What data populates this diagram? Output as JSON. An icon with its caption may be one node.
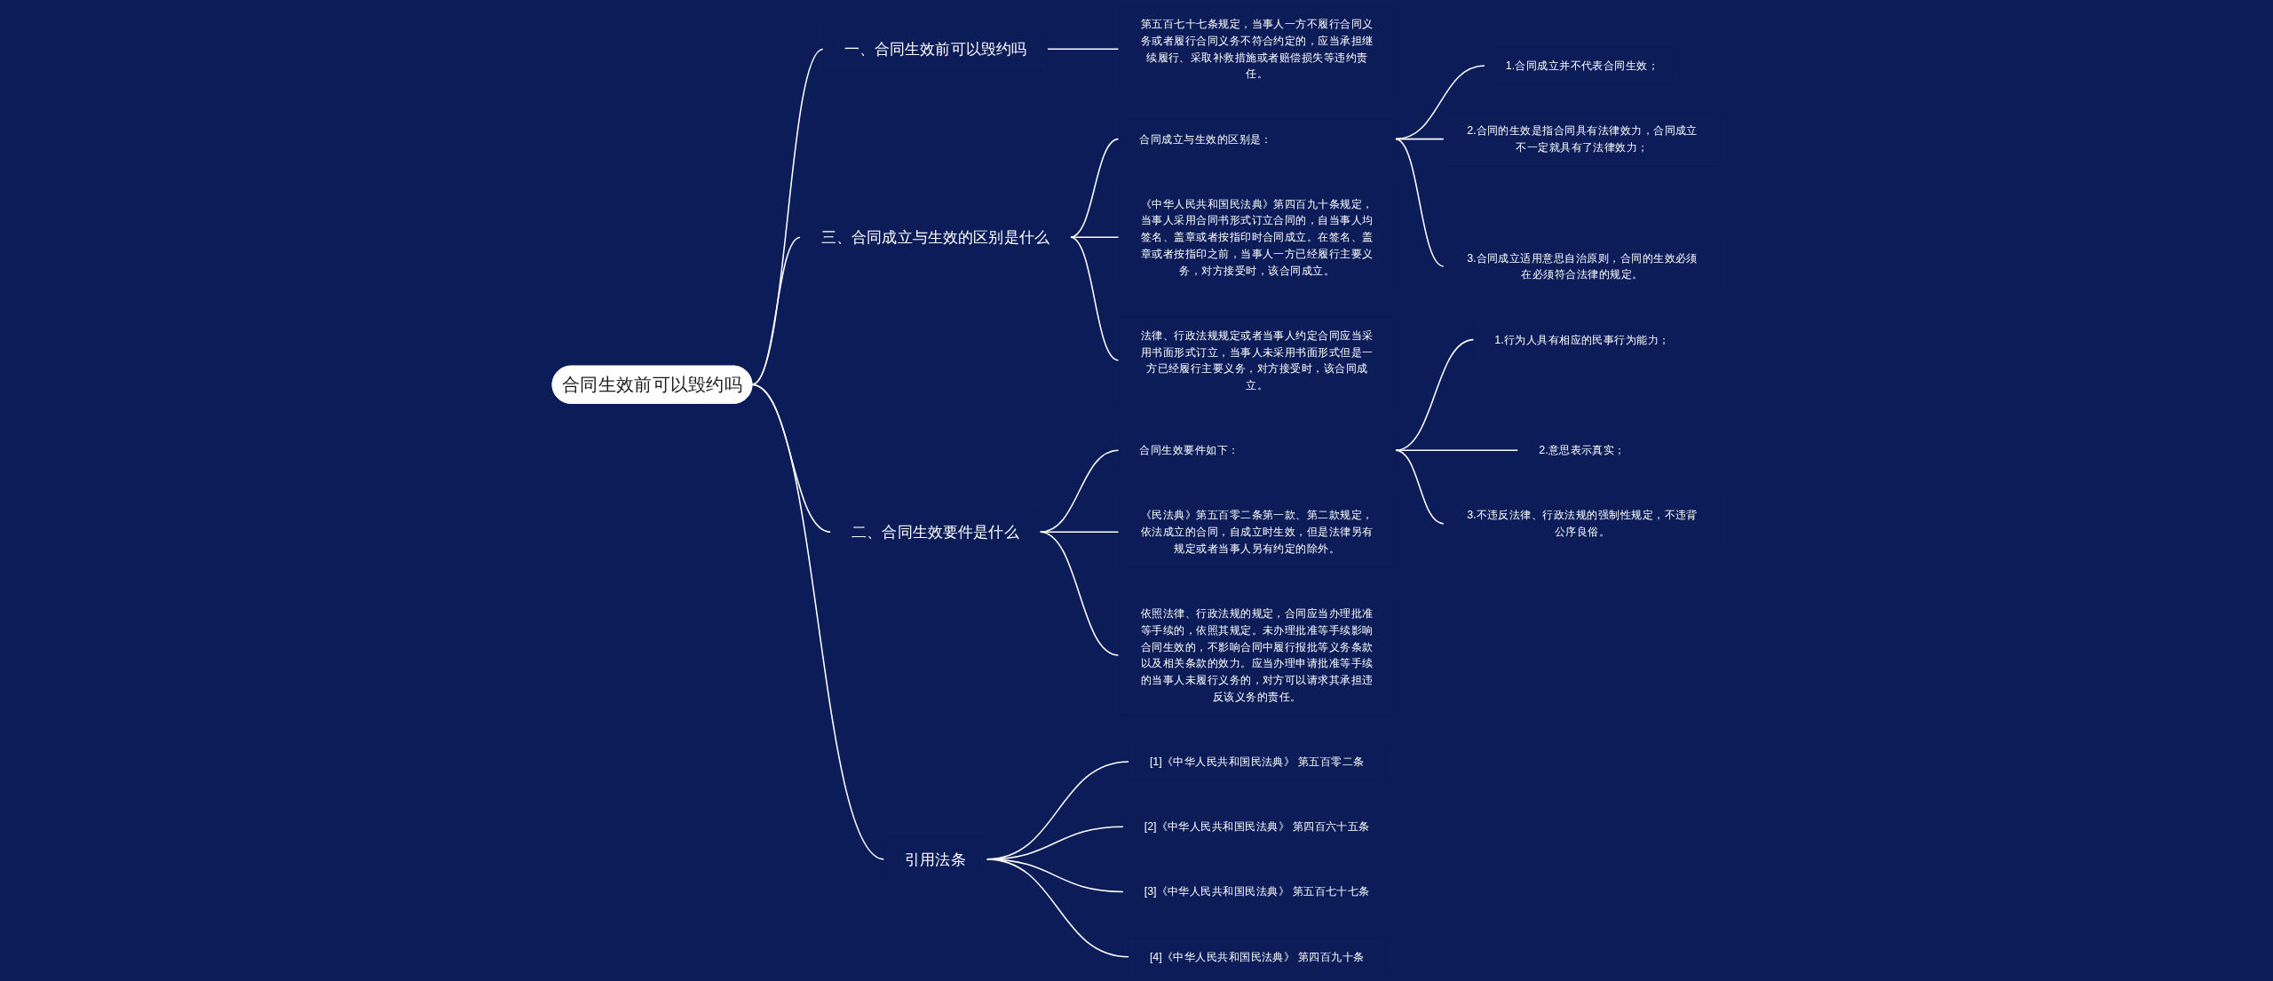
{
  "diagram": {
    "nodes": [
      {
        "text": [
          "合同生效前可以毁约吗"
        ]
      },
      {
        "text": [
          "一、合同生效前可以毁约吗"
        ]
      },
      {
        "text": [
          "第五百七十七条规定，当事人一方不履行合同义务或者履行合同义务不符合约定的，应当承担继续履行、采取补救措施或者赔偿损失等违约责任。"
        ]
      },
      {
        "text": [
          "三、合同成立与生效的区别是什么"
        ]
      },
      {
        "text": [
          "合同成立与生效的区别是："
        ]
      },
      {
        "text": [
          "1.合同成立并不代表合同生效；"
        ]
      },
      {
        "text": [
          "2.合同的生效是指合同具有法律效力，合同成立不一定就具有了法律效力；"
        ]
      },
      {
        "text": [
          "3.合同成立适用意思自治原则，合同的生效必须在必须符合法律的规定。"
        ]
      },
      {
        "text": [
          "《中华人民共和国民法典》第四百九十条规定，当事人采用合同书形式订立合同的，自当事人均签名、盖章或者按指印时合同成立。在签名、盖章或者按指印之前，当事人一方已经履行主要义务，对方接受时，该合同成立。"
        ]
      },
      {
        "text": [
          "法律、行政法规规定或者当事人约定合同应当采用书面形式订立，当事人未采用书面形式但是一方已经履行主要义务，对方接受时，该合同成立。"
        ]
      },
      {
        "text": [
          "二、合同生效要件是什么"
        ]
      },
      {
        "text": [
          "合同生效要件如下："
        ]
      },
      {
        "text": [
          "1.行为人具有相应的民事行为能力；"
        ]
      },
      {
        "text": [
          "2.意思表示真实；"
        ]
      },
      {
        "text": [
          "3.不违反法律、行政法规的强制性规定，不违背公序良俗。"
        ]
      },
      {
        "text": [
          "《民法典》第五百零二条第一款、第二款规定，依法成立的合同，自成立时生效，但是法律另有规定或者当事人另有约定的除外。"
        ]
      },
      {
        "text": [
          "依照法律、行政法规的规定，合同应当办理批准等手续的，依照其规定。未办理批准等手续影响合同生效的，不影响合同中履行报批等义务条款以及相关条款的效力。应当办理申请批准等手续的当事人未履行义务的，对方可以请求其承担违反该义务的责任。"
        ]
      },
      {
        "text": [
          "引用法条"
        ]
      },
      {
        "text": [
          "[1]《中华人民共和国民法典》 第五百零二条"
        ]
      },
      {
        "text": [
          "[2]《中华人民共和国民法典》 第四百六十五条"
        ]
      },
      {
        "text": [
          "[3]《中华人民共和国民法典》 第五百七十七条"
        ]
      },
      {
        "text": [
          "[4]《中华人民共和国民法典》 第四百九十条"
        ]
      }
    ],
    "edges": [
      {
        "from": 0,
        "to": 1,
        "arrow": "none"
      },
      {
        "from": 1,
        "to": 2,
        "arrow": "none"
      },
      {
        "from": 0,
        "to": 3,
        "arrow": "none"
      },
      {
        "from": 3,
        "to": 4,
        "arrow": "none"
      },
      {
        "from": 4,
        "to": 5,
        "arrow": "none"
      },
      {
        "from": 4,
        "to": 6,
        "arrow": "none"
      },
      {
        "from": 4,
        "to": 7,
        "arrow": "none"
      },
      {
        "from": 3,
        "to": 8,
        "arrow": "none"
      },
      {
        "from": 3,
        "to": 9,
        "arrow": "none"
      },
      {
        "from": 0,
        "to": 10,
        "arrow": "none"
      },
      {
        "from": 10,
        "to": 11,
        "arrow": "none"
      },
      {
        "from": 11,
        "to": 12,
        "arrow": "none"
      },
      {
        "from": 11,
        "to": 13,
        "arrow": "none"
      },
      {
        "from": 11,
        "to": 14,
        "arrow": "none"
      },
      {
        "from": 10,
        "to": 15,
        "arrow": "none"
      },
      {
        "from": 10,
        "to": 16,
        "arrow": "none"
      },
      {
        "from": 0,
        "to": 17,
        "arrow": "none"
      },
      {
        "from": 17,
        "to": 18,
        "arrow": "none"
      },
      {
        "from": 17,
        "to": 19,
        "arrow": "none"
      },
      {
        "from": 17,
        "to": 20,
        "arrow": "none"
      },
      {
        "from": 17,
        "to": 21,
        "arrow": "none"
      }
    ]
  }
}
